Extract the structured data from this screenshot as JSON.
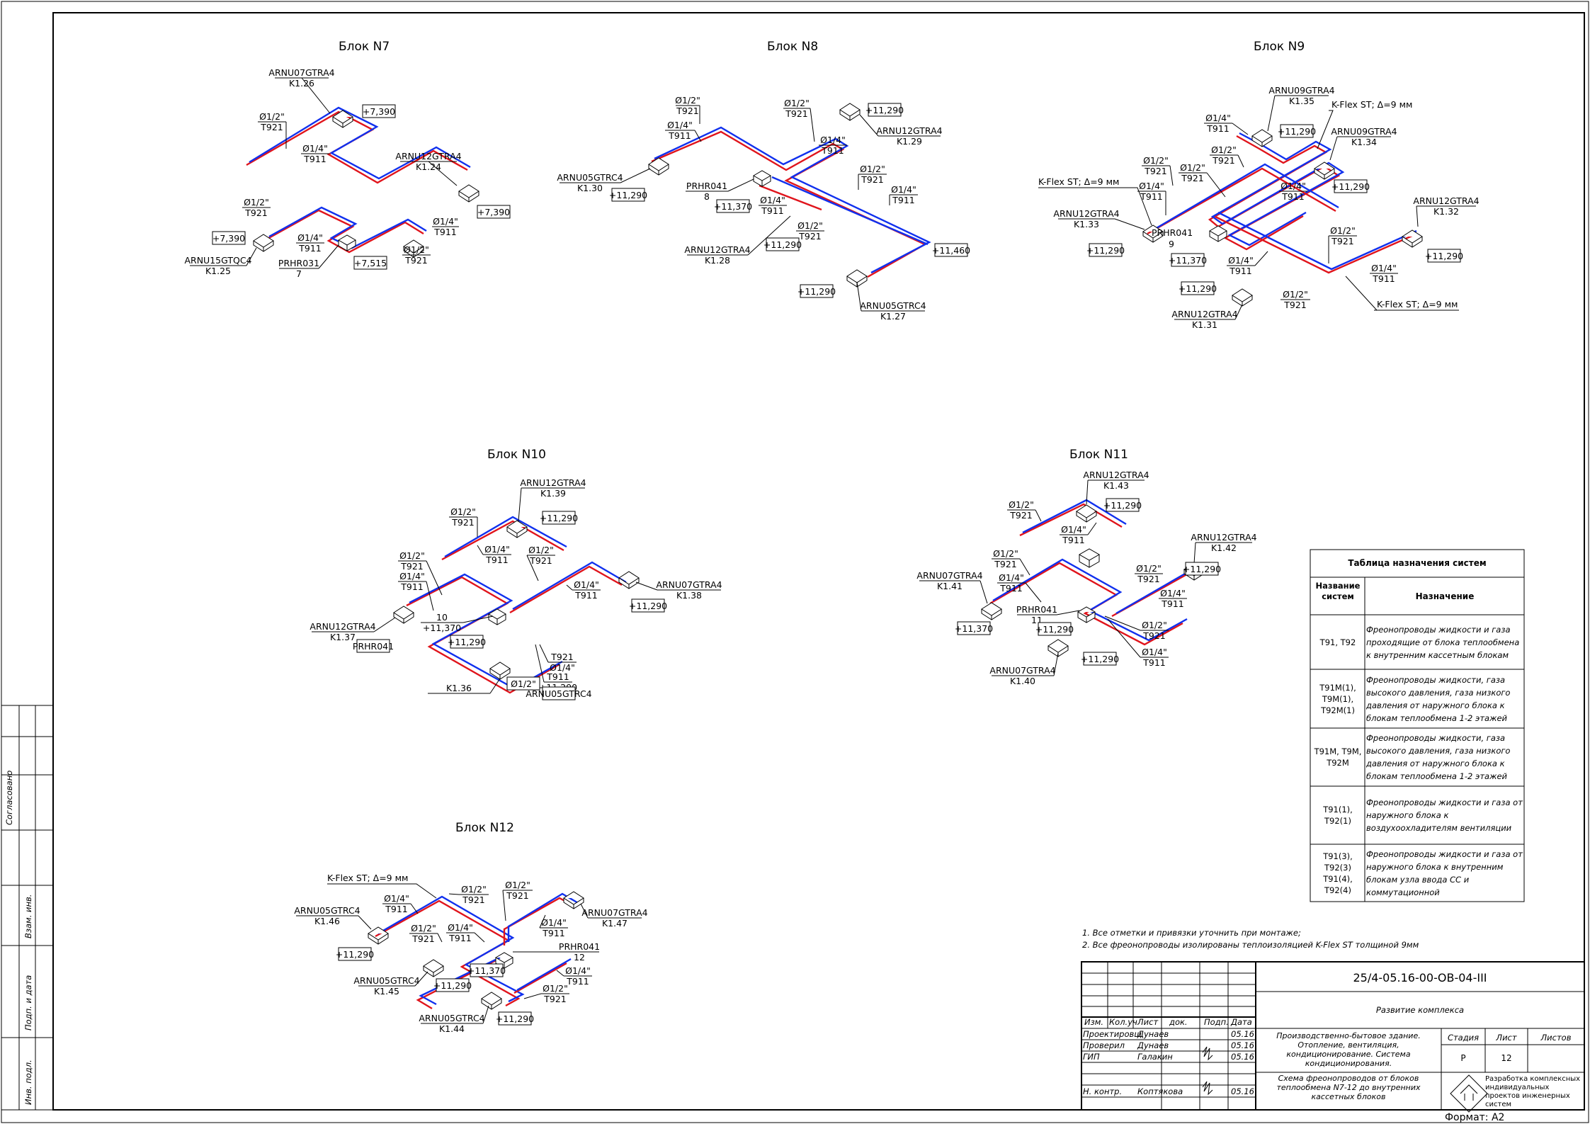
{
  "blocks": [
    {
      "title": "Блок N7",
      "labels": [
        "ARNU07GTRA4",
        "K1.26",
        "+7,390",
        "Ø1/2\"",
        "T921",
        "Ø1/4\"",
        "T911",
        "ARNU12GTRA4",
        "K1.24",
        "+7,390",
        "Ø1/4\"",
        "T911",
        "Ø1/2\"",
        "T921",
        "Ø1/4\"",
        "T911",
        "Ø1/2\"",
        "T921",
        "+7,390",
        "ARNU15GTQC4",
        "K1.25",
        "PRHR031",
        "7",
        "+7,515"
      ]
    },
    {
      "title": "Блок N8",
      "labels": [
        "Ø1/2\"",
        "T921",
        "Ø1/4\"",
        "T911",
        "Ø1/2\"",
        "T921",
        "+11,290",
        "Ø1/4\"",
        "T911",
        "ARNU12GTRA4",
        "K1.29",
        "ARNU05GTRC4",
        "K1.30",
        "+11,290",
        "PRHR041",
        "8",
        "+11,370",
        "Ø1/4\"",
        "T911",
        "Ø1/2\"",
        "T921",
        "+11,290",
        "Ø1/2\"",
        "T921",
        "Ø1/4\"",
        "T911",
        "+11,460",
        "ARNU12GTRA4",
        "K1.28",
        "+11,290",
        "ARNU05GTRC4",
        "K1.27"
      ]
    },
    {
      "title": "Блок N9",
      "labels": [
        "ARNU09GTRA4",
        "K1.35",
        "K-Flex ST; Δ=9 мм",
        "Ø1/4\"",
        "T911",
        "+11,290",
        "ARNU09GTRA4",
        "K1.34",
        "Ø1/2\"",
        "T921",
        "Ø1/2\"",
        "T921",
        "Ø1/2\"",
        "T921",
        "+11,290",
        "K-Flex ST; Δ=9 мм",
        "Ø1/4\"",
        "T911",
        "Ø1/4\"",
        "T911",
        "ARNU12GTRA4",
        "K1.33",
        "+11,290",
        "PRHR041",
        "9",
        "+11,370",
        "ARNU12GTRA4",
        "K1.32",
        "Ø1/2\"",
        "T921",
        "Ø1/4\"",
        "T911",
        "+11,290",
        "Ø1/4\"",
        "T911",
        "+11,290",
        "Ø1/2\"",
        "T921",
        "K-Flex ST; Δ=9 мм",
        "ARNU12GTRA4",
        "K1.31"
      ]
    },
    {
      "title": "Блок N10",
      "labels": [
        "ARNU12GTRA4",
        "K1.39",
        "Ø1/2\"",
        "T921",
        "+11,290",
        "Ø1/4\"",
        "T911",
        "Ø1/2\"",
        "T921",
        "Ø1/2\"",
        "T921",
        "Ø1/4\"",
        "T911",
        "Ø1/4\"",
        "T911",
        "ARNU07GTRA4",
        "K1.38",
        "+11,290",
        "ARNU12GTRA4",
        "K1.37",
        "PRHR041",
        "10",
        "+11,370",
        "+11,290",
        "Ø1/2\"",
        "T921",
        "Ø1/4\"",
        "T911",
        "+11,290",
        "ARNU05GTRC4",
        "K1.36"
      ]
    },
    {
      "title": "Блок N11",
      "labels": [
        "ARNU12GTRA4",
        "K1.43",
        "Ø1/2\"",
        "T921",
        "+11,290",
        "Ø1/4\"",
        "T911",
        "ARNU12GTRA4",
        "K1.42",
        "Ø1/2\"",
        "T921",
        "Ø1/4\"",
        "T911",
        "ARNU07GTRA4",
        "K1.41",
        "Ø1/2\"",
        "T921",
        "+11,290",
        "Ø1/4\"",
        "T911",
        "PRHR041",
        "11",
        "+11,370",
        "+11,290",
        "Ø1/2\"",
        "T921",
        "Ø1/4\"",
        "T911",
        "+11,290",
        "ARNU07GTRA4",
        "K1.40"
      ]
    },
    {
      "title": "Блок N12",
      "labels": [
        "K-Flex ST; Δ=9 мм",
        "Ø1/2\"",
        "T921",
        "Ø1/4\"",
        "T911",
        "ARNU05GTRC4",
        "K1.46",
        "Ø1/2\"",
        "T921",
        "ARNU07GTRA4",
        "K1.47",
        "Ø1/2\"",
        "T921",
        "Ø1/4\"",
        "T911",
        "Ø1/4\"",
        "T911",
        "+11,290",
        "PRHR041",
        "12",
        "+11,290",
        "+11,370",
        "ARNU05GTRC4",
        "K1.45",
        "Ø1/4\"",
        "T911",
        "Ø1/2\"",
        "T921",
        "+11,290",
        "ARNU05GTRC4",
        "K1.44"
      ]
    }
  ],
  "table": {
    "title": "Таблица назначения систем",
    "head_name": "Название систем",
    "head_purpose": "Назначение",
    "rows": [
      {
        "name": "T91, T92",
        "purpose": "Фреонопроводы жидкости и газа проходящие от блока теплообмена к внутренним кассетным блокам"
      },
      {
        "name": "T91M(1), T9M(1), T92M(1)",
        "purpose": "Фреонопроводы жидкости, газа высокого давления, газа низкого давления от наружного блока к блокам теплообмена 1-2 этажей"
      },
      {
        "name": "T91M, T9M, T92M",
        "purpose": "Фреонопроводы жидкости, газа высокого давления, газа низкого давления от наружного блока к блокам теплообмена 1-2 этажей"
      },
      {
        "name": "T91(1), T92(1)",
        "purpose": "Фреонопроводы жидкости и газа от наружного блока к воздухоохладителям вентиляции"
      },
      {
        "name": "T91(3), T92(3) T91(4), T92(4)",
        "purpose": "Фреонопроводы жидкости и газа от наружного блока к внутренним блокам узла ввода СС и коммутационной"
      }
    ]
  },
  "notes": [
    "1. Все отметки и привязки уточнить при монтаже;",
    "2. Все фреонопроводы изолированы теплоизоляцией K-Flex ST толщиной 9мм"
  ],
  "stamp": {
    "code": "25/4-05.16-00-ОВ-04-III",
    "project": "Развитие комплекса",
    "building": "Производственно-бытовое здание. Отопление, вентиляция, кондиционирование. Система кондиционирования.",
    "sheet_title": "Схема фреонопроводов от блоков теплообмена N7-12 до внутренних кассетных блоков",
    "col_heads": [
      "Изм.",
      "Кол.уч",
      "Лист",
      "док.",
      "Подп.",
      "Дата"
    ],
    "people": [
      {
        "role": "Проектировщ",
        "name": "Дунаев",
        "date": "05.16"
      },
      {
        "role": "Проверил",
        "name": "Дунаев",
        "date": "05.16"
      },
      {
        "role": "ГИП",
        "name": "Галакин",
        "date": "05.16"
      },
      {
        "role": "Н. контр.",
        "name": "Коптякова",
        "date": "05.16"
      }
    ],
    "stage_label": "Стадия",
    "sheet_label": "Лист",
    "sheets_label": "Листов",
    "stage": "Р",
    "sheet": "12",
    "company": "Разработка комплексных индивидуальных проектов инженерных систем",
    "format": "Формат: А2"
  },
  "side_stamp": [
    "Согласовано",
    "Взам. инв.",
    "Подп. и дата",
    "Инв. подл."
  ]
}
